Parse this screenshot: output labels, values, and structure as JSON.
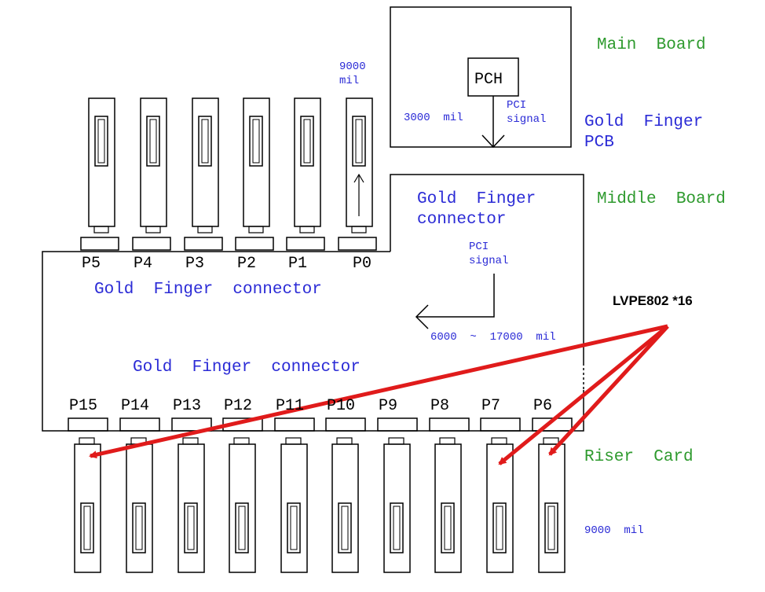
{
  "colors": {
    "green": "#2e9a2e",
    "blue": "#2b2bd6",
    "black": "#000000",
    "red": "#e01b1b"
  },
  "labels": {
    "main_board": "Main  Board",
    "gold_finger_pcb_1": "Gold  Finger",
    "gold_finger_pcb_2": "PCB",
    "middle_board": "Middle  Board",
    "riser_card": "Riser  Card",
    "pch": "PCH",
    "pci_signal_top_1": "PCI",
    "pci_signal_top_2": "signal",
    "len_3000": "3000  mil",
    "len_9000_top_1": "9000",
    "len_9000_top_2": "mil",
    "gf_connector_right_1": "Gold  Finger",
    "gf_connector_right_2": "connector",
    "pci_signal_mid_1": "PCI",
    "pci_signal_mid_2": "signal",
    "len_range": "6000  ~  17000  mil",
    "gf_connector_upper": "Gold  Finger  connector",
    "gf_connector_lower": "Gold  Finger  connector",
    "len_9000_bottom": "9000  mil",
    "lvpe": "LVPE802 *16"
  },
  "top_ports": [
    "P5",
    "P4",
    "P3",
    "P2",
    "P1",
    "P0"
  ],
  "bottom_ports": [
    "P15",
    "P14",
    "P13",
    "P12",
    "P11",
    "P10",
    "P9",
    "P8",
    "P7",
    "P6"
  ]
}
